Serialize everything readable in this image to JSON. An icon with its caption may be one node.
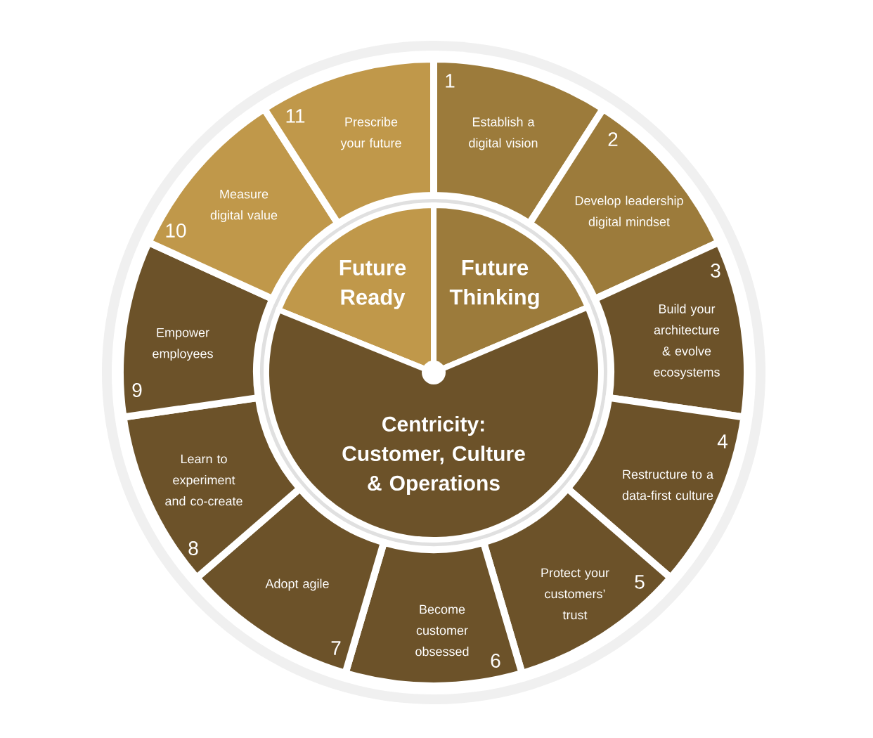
{
  "diagram": {
    "nodes": [
      {
        "text": [
          "1",
          "Establish a digital vision"
        ]
      },
      {
        "text": [
          "2",
          "Develop leadership digital mindset"
        ]
      },
      {
        "text": [
          "3",
          "Build your architecture & evolve ecosystems"
        ]
      },
      {
        "text": [
          "4",
          "Restructure to a data-first culture"
        ]
      },
      {
        "text": [
          "Protect your customers’ trust",
          "5"
        ]
      },
      {
        "text": [
          "6",
          "Become customer obsessed"
        ]
      },
      {
        "text": [
          "7",
          "Adopt agile"
        ]
      },
      {
        "text": [
          "Learn to experiment and co-create",
          "8"
        ]
      },
      {
        "text": [
          "9",
          "Empower employees"
        ]
      },
      {
        "text": [
          "10",
          "Measure digital value"
        ]
      },
      {
        "text": [
          "11",
          "Prescribe your future"
        ]
      },
      {
        "text": [
          "Future Ready"
        ]
      },
      {
        "text": [
          "Future Thinking"
        ]
      },
      {
        "text": [
          "Centricity: Customer, Culture & Operations"
        ]
      }
    ]
  }
}
